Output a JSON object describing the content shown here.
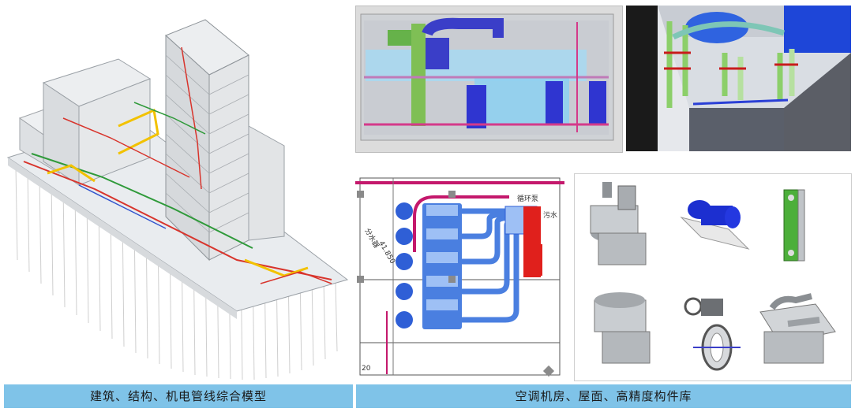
{
  "captions": {
    "left": "建筑、结构、机电管线综合模型",
    "right": "空调机房、屋面、高精度构件库"
  },
  "plan_labels": {
    "pipe_label": "分水器",
    "elevation": "41.850",
    "top_label": "循环泵",
    "side_label": "污水",
    "small_label": "20"
  },
  "colors": {
    "caption_bg": "#7fc3e8",
    "pipe_red": "#e0201c",
    "pipe_blue": "#4a7fe0",
    "pipe_magenta": "#c4186c",
    "equipment_blue": "#2a3fd6"
  }
}
